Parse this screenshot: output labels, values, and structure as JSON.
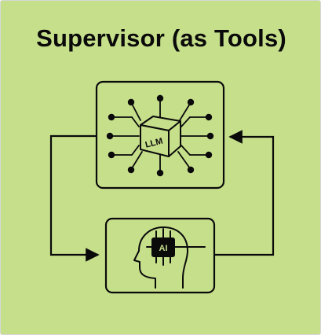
{
  "title": "Supervisor (as Tools)",
  "top_node": {
    "icon": "llm-network-cube-icon",
    "label": "LLM"
  },
  "bottom_node": {
    "icon": "ai-head-chip-icon",
    "label": "AI"
  },
  "colors": {
    "background": "#c6df8b",
    "stroke": "#0a0a0a",
    "node_fill": "#c6df8b"
  }
}
